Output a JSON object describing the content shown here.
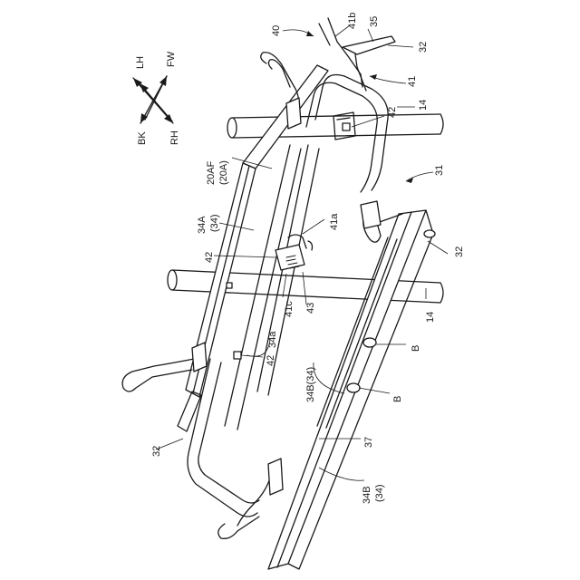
{
  "compass": {
    "lh": "LH",
    "fw": "FW",
    "bk": "BK",
    "rh": "RH"
  },
  "labels": {
    "l40": "40",
    "l41b": "41b",
    "l35": "35",
    "l32_top": "32",
    "l41": "41",
    "l42_top": "42",
    "l14_top": "14",
    "l31": "31",
    "l20af": "20AF",
    "l20a": "(20A)",
    "l34a": "34A",
    "l34": "(34)",
    "l41a": "41a",
    "l42_mid": "42",
    "l32_right": "32",
    "l41c": "41c",
    "l43": "43",
    "l14_right": "14",
    "l34a_small": "34a",
    "l42_low": "42",
    "lB_upper": "B",
    "l34b34": "34B(34)",
    "lB_lower": "B",
    "l32_left": "32",
    "l37": "37",
    "l34b": "34B",
    "l34b_paren": "(34)"
  }
}
